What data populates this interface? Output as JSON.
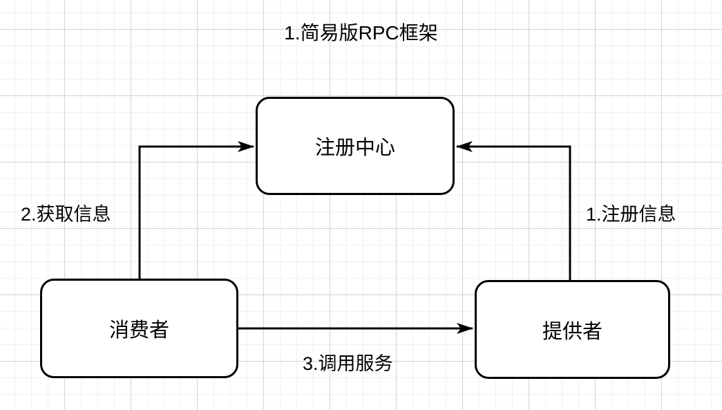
{
  "diagram": {
    "title": "1.简易版RPC框架",
    "nodes": [
      {
        "id": "registry",
        "label": "注册中心"
      },
      {
        "id": "consumer",
        "label": "消费者"
      },
      {
        "id": "provider",
        "label": "提供者"
      }
    ],
    "edges": [
      {
        "id": "register",
        "from": "provider",
        "to": "registry",
        "label": "1.注册信息"
      },
      {
        "id": "fetch",
        "from": "consumer",
        "to": "registry",
        "label": "2.获取信息"
      },
      {
        "id": "invoke",
        "from": "consumer",
        "to": "provider",
        "label": "3.调用服务"
      }
    ],
    "colors": {
      "stroke": "#000000",
      "text": "#000000",
      "node_fill": "#ffffff",
      "background": "#ffffff",
      "grid_minor": "#f0f0f0",
      "grid_major": "#d2d2d2"
    }
  }
}
